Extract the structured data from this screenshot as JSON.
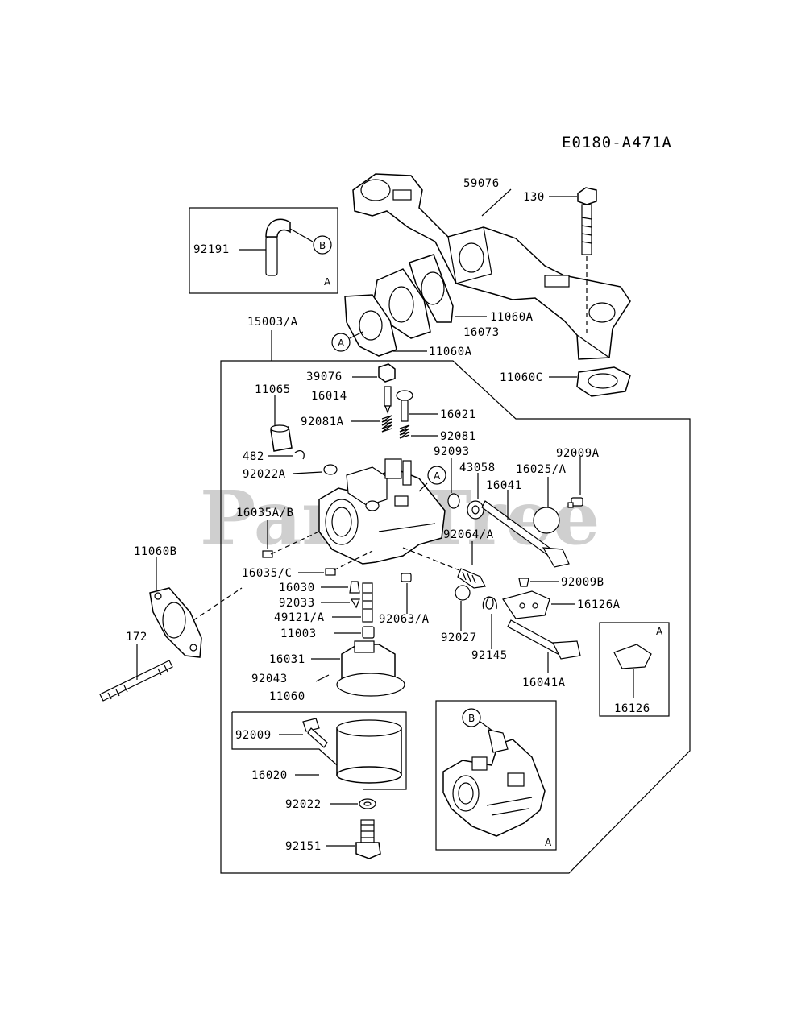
{
  "diagram_code": "E0180-A471A",
  "watermark": "PartsTree",
  "callout_letters": {
    "a": "A",
    "b": "B"
  },
  "inset_tag": "A",
  "labels": {
    "l59076": "59076",
    "l130": "130",
    "l92191": "92191",
    "l11060A_1": "11060A",
    "l16073": "16073",
    "l11060A_2": "11060A",
    "l15003A": "15003/A",
    "l11060C": "11060C",
    "l39076": "39076",
    "l16014": "16014",
    "l11065": "11065",
    "l92081A": "92081A",
    "l16021": "16021",
    "l92081": "92081",
    "l92093": "92093",
    "l482": "482",
    "l92022A": "92022A",
    "l43058": "43058",
    "l16025A": "16025/A",
    "l92009A": "92009A",
    "l16041": "16041",
    "l16035AB": "16035A/B",
    "l92064A": "92064/A",
    "l11060B": "11060B",
    "l16035C": "16035/C",
    "l16030": "16030",
    "l92009B": "92009B",
    "l92033": "92033",
    "l16126A": "16126A",
    "l49121A": "49121/A",
    "l92063A": "92063/A",
    "l92027": "92027",
    "l11003": "11003",
    "l92145": "92145",
    "l172": "172",
    "l16031": "16031",
    "l16041A": "16041A",
    "l92043": "92043",
    "l11060": "11060",
    "l16126": "16126",
    "l92009": "92009",
    "l16020": "16020",
    "l92022": "92022",
    "l92151": "92151"
  }
}
